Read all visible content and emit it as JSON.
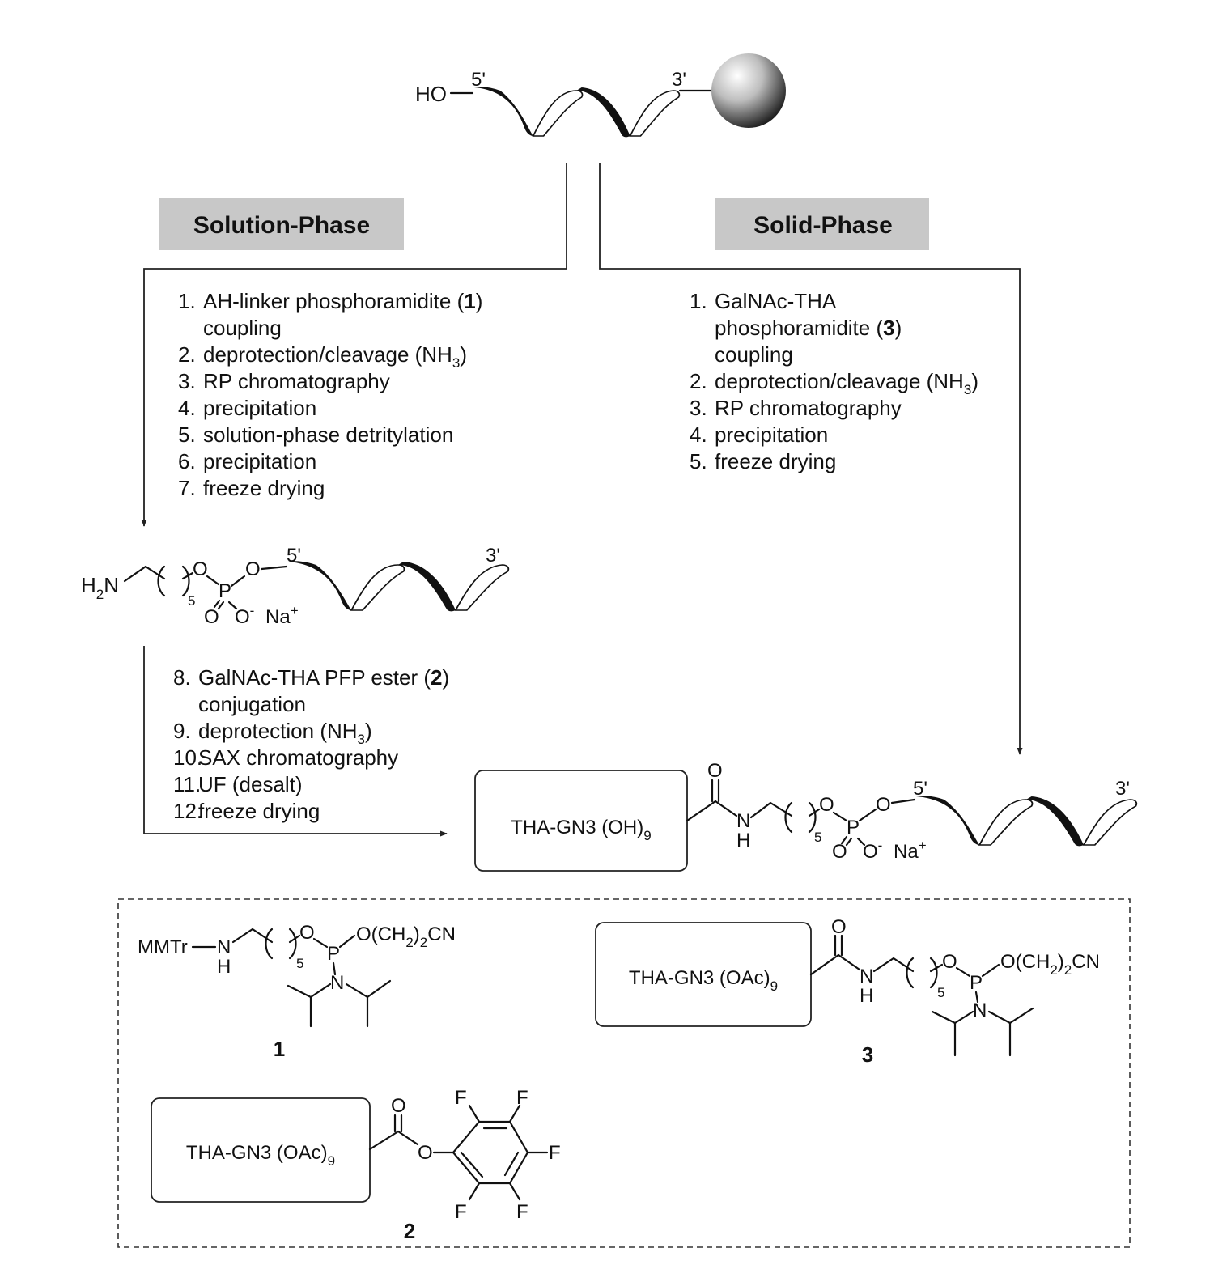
{
  "top_oligo": {
    "ho_label": "HO",
    "five_prime": "5'",
    "three_prime": "3'"
  },
  "solution_phase": {
    "header": "Solution-Phase",
    "steps_a": [
      {
        "num": "1.",
        "parts": [
          {
            "t": "AH-linker phosphoramidite ("
          },
          {
            "t": "1",
            "b": true
          },
          {
            "t": ")"
          }
        ]
      },
      {
        "num": "",
        "parts": [
          {
            "t": "coupling"
          }
        ]
      },
      {
        "num": "2.",
        "parts": [
          {
            "t": "deprotection/cleavage (NH"
          },
          {
            "t": "3",
            "sub": true
          },
          {
            "t": ")"
          }
        ]
      },
      {
        "num": "3.",
        "parts": [
          {
            "t": "RP chromatography"
          }
        ]
      },
      {
        "num": "4.",
        "parts": [
          {
            "t": "precipitation"
          }
        ]
      },
      {
        "num": "5.",
        "parts": [
          {
            "t": "solution-phase detritylation"
          }
        ]
      },
      {
        "num": "6.",
        "parts": [
          {
            "t": "precipitation"
          }
        ]
      },
      {
        "num": "7.",
        "parts": [
          {
            "t": "freeze drying"
          }
        ]
      }
    ],
    "intermediate": {
      "amine": "H",
      "amine_sub": "2",
      "amine_n": "N",
      "repeat": "5",
      "o1": "O",
      "p": "P",
      "o2": "O",
      "o_double": "O",
      "o_minus": "O",
      "minus": "-",
      "na": "Na",
      "plus": "+",
      "five_prime": "5'",
      "three_prime": "3'"
    },
    "steps_b": [
      {
        "num": "8.",
        "parts": [
          {
            "t": "GalNAc-THA PFP ester ("
          },
          {
            "t": "2",
            "b": true
          },
          {
            "t": ")"
          }
        ]
      },
      {
        "num": "",
        "parts": [
          {
            "t": "conjugation"
          }
        ]
      },
      {
        "num": "9.",
        "parts": [
          {
            "t": "deprotection (NH"
          },
          {
            "t": "3",
            "sub": true
          },
          {
            "t": ")"
          }
        ]
      },
      {
        "num": "10.",
        "parts": [
          {
            "t": "SAX chromatography"
          }
        ]
      },
      {
        "num": "11.",
        "parts": [
          {
            "t": "UF (desalt)"
          }
        ]
      },
      {
        "num": "12.",
        "parts": [
          {
            "t": "freeze drying"
          }
        ]
      }
    ]
  },
  "solid_phase": {
    "header": "Solid-Phase",
    "steps": [
      {
        "num": "1.",
        "parts": [
          {
            "t": "GalNAc-THA"
          }
        ]
      },
      {
        "num": "",
        "parts": [
          {
            "t": "phosphoramidite ("
          },
          {
            "t": "3",
            "b": true
          },
          {
            "t": ")"
          }
        ]
      },
      {
        "num": "",
        "parts": [
          {
            "t": "coupling"
          }
        ]
      },
      {
        "num": "2.",
        "parts": [
          {
            "t": "deprotection/cleavage (NH"
          },
          {
            "t": "3",
            "sub": true
          },
          {
            "t": ")"
          }
        ]
      },
      {
        "num": "3.",
        "parts": [
          {
            "t": "RP chromatography"
          }
        ]
      },
      {
        "num": "4.",
        "parts": [
          {
            "t": "precipitation"
          }
        ]
      },
      {
        "num": "5.",
        "parts": [
          {
            "t": "freeze drying"
          }
        ]
      }
    ]
  },
  "product": {
    "box_label": "THA-GN3 (OH)",
    "box_sub": "9",
    "carbonyl_o": "O",
    "nh_n": "N",
    "nh_h": "H",
    "repeat": "5",
    "o1": "O",
    "p": "P",
    "o2": "O",
    "o_double": "O",
    "o_minus": "O",
    "minus": "-",
    "na": "Na",
    "plus": "+",
    "five_prime": "5'",
    "three_prime": "3'"
  },
  "reagents": {
    "compound1": {
      "number": "1",
      "mmtr": "MMTr",
      "nh_n": "N",
      "nh_h": "H",
      "repeat": "5",
      "o": "O",
      "p": "P",
      "cyanoethyl": "O(CH",
      "cyano_sub": "2",
      "cyano_tail": ")",
      "cyano_sub2": "2",
      "cn": "CN",
      "n": "N"
    },
    "compound3": {
      "number": "3",
      "box_label": "THA-GN3 (OAc)",
      "box_sub": "9",
      "carbonyl_o": "O",
      "nh_n": "N",
      "nh_h": "H",
      "repeat": "5",
      "o": "O",
      "p": "P",
      "cyanoethyl": "O(CH",
      "cyano_sub": "2",
      "cyano_tail": ")",
      "cyano_sub2": "2",
      "cn": "CN",
      "n": "N"
    },
    "compound2": {
      "number": "2",
      "box_label": "THA-GN3 (OAc)",
      "box_sub": "9",
      "carbonyl_o": "O",
      "ester_o": "O",
      "fluorine": "F"
    }
  }
}
